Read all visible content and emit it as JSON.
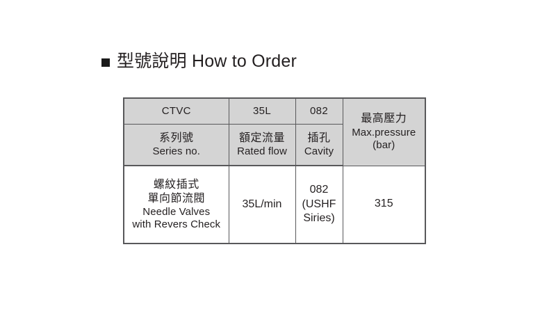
{
  "page": {
    "background": "#ffffff",
    "text_color": "#231f20",
    "header_fill": "#d4d4d4",
    "border_color": "#58585a"
  },
  "title": {
    "bullet_icon": "filled-square-bullet",
    "text": "型號說明 How to Order"
  },
  "table": {
    "code_row": {
      "series": "CTVC",
      "rated_flow": "35L",
      "cavity": "082"
    },
    "label_row": {
      "series_cn": "系列號",
      "series_en": "Series no.",
      "rated_flow_cn": "額定流量",
      "rated_flow_en": "Rated flow",
      "cavity_cn": "插孔",
      "cavity_en": "Cavity"
    },
    "max_pressure": {
      "cn": "最高壓力",
      "en": "Max.pressure",
      "unit": "(bar)"
    },
    "body_row": {
      "series_cn_1": "螺紋插式",
      "series_cn_2": "單向節流閥",
      "series_en_1": "Needle Valves",
      "series_en_2": "with Revers Check",
      "rated_flow": "35L/min",
      "cavity_1": "082",
      "cavity_2": "(USHF",
      "cavity_3": "Siries)",
      "max_pressure": "315"
    }
  }
}
